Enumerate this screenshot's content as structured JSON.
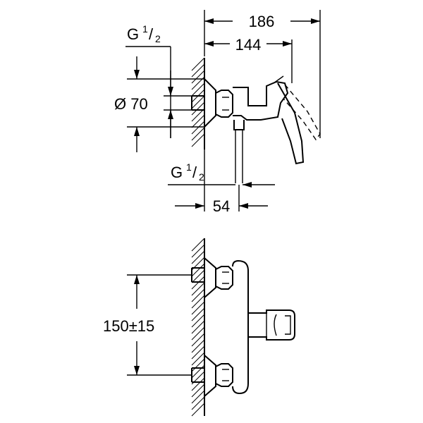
{
  "dimensions": {
    "overall_depth": "186",
    "depth_to_lever": "144",
    "inlet_thread_top": {
      "main": "G",
      "fraction_num": "1",
      "fraction_den": "2"
    },
    "rosette_diameter": "Ø 70",
    "outlet_thread": {
      "main": "G",
      "fraction_num": "1",
      "fraction_den": "2"
    },
    "outlet_offset": "54",
    "inlet_centres": "150±15"
  }
}
